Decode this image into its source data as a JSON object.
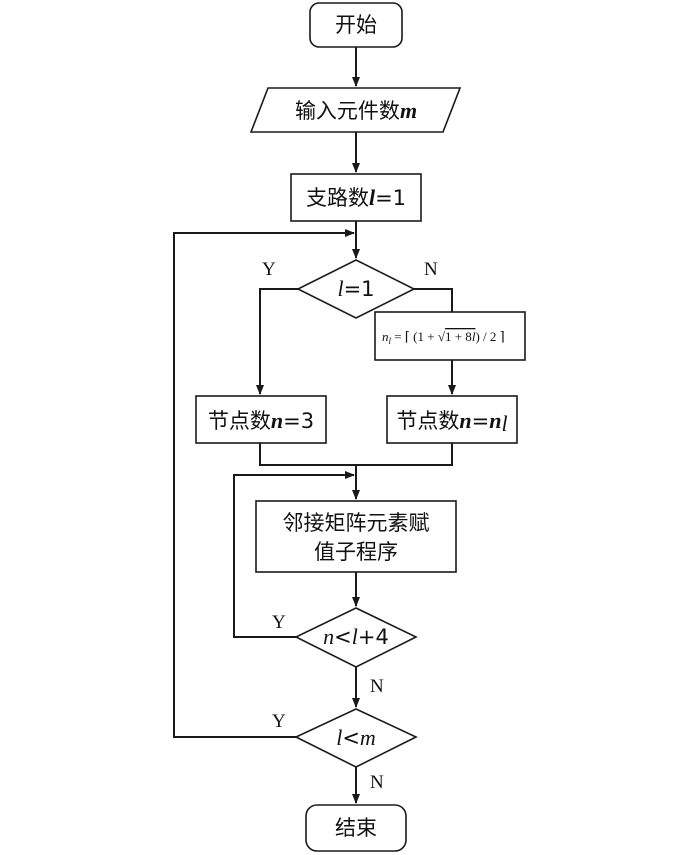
{
  "nodes": {
    "start": "开始",
    "input_prefix": "输入元件数",
    "input_var": "m",
    "branch_prefix": "支路数",
    "branch_var": "l",
    "branch_suffix": "=1",
    "cond1_var": "l",
    "cond1_suffix": "=1",
    "formula_n": "n",
    "formula_sub": "l",
    "formula_rest_a": " = ⌈ (1 + √",
    "formula_radicand": "1 + 8",
    "formula_radicand_var": "l",
    "formula_rest_b": ") / 2 ⌉",
    "nodes_left_prefix": "节点数",
    "nodes_left_var": "n",
    "nodes_left_suffix": "=3",
    "nodes_right_prefix": "节点数",
    "nodes_right_var": "n",
    "nodes_right_eq": "=",
    "nodes_right_var2": "n",
    "nodes_right_sub": "l",
    "process_line1": "邻接矩阵元素赋",
    "process_line2": "值子程序",
    "cond2_var1": "n",
    "cond2_op": "<",
    "cond2_var2": "l",
    "cond2_suffix": "+4",
    "cond3_var1": "l",
    "cond3_op": "<",
    "cond3_var2": "m",
    "end": "结束"
  },
  "labels": {
    "yes": "Y",
    "no": "N"
  }
}
